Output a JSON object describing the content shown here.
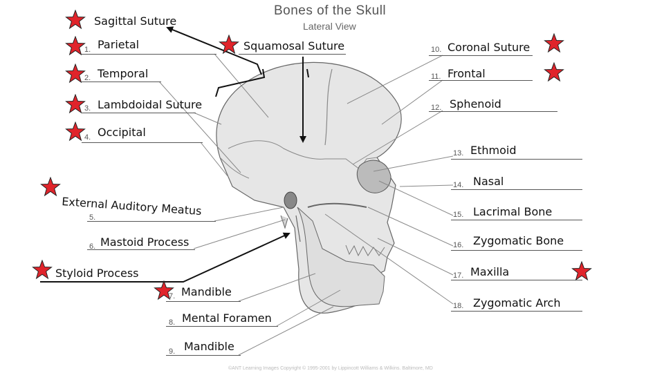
{
  "title": "Bones of the Skull",
  "subtitle": "Lateral View",
  "labels": {
    "sagittal_suture": "Sagittal Suture",
    "n1": "1.",
    "parietal": "Parietal",
    "n2": "2.",
    "temporal": "Temporal",
    "n3": "3.",
    "lambdoidal_suture": "Lambdoidal Suture",
    "n4": "4.",
    "occipital": "Occipital",
    "external_auditory_meatus": "External Auditory Meatus",
    "n5": "5.",
    "n6": "6.",
    "mastoid_process": "Mastoid Process",
    "styloid_process": "Styloid Process",
    "n7": "7.",
    "mandible_7": "Mandible",
    "n8": "8.",
    "mental_foramen": "Mental Foramen",
    "n9": "9.",
    "mandible_9": "Mandible",
    "squamosal_suture": "Squamosal Suture",
    "n10": "10.",
    "coronal_suture": "Coronal Suture",
    "n11": "11.",
    "frontal": "Frontal",
    "n12": "12.",
    "sphenoid": "Sphenoid",
    "n13": "13.",
    "ethmoid": "Ethmoid",
    "n14": "14.",
    "nasal": "Nasal",
    "n15": "15.",
    "lacrimal_bone": "Lacrimal Bone",
    "n16": "16.",
    "zygomatic_bone": "Zygomatic Bone",
    "n17": "17.",
    "maxilla": "Maxilla",
    "n18": "18.",
    "zygomatic_arch": "Zygomatic Arch"
  },
  "credit": "©ANT Learning Images Copyright © 1995-2001 by Lippincott Williams & Wilkins. Baltimore, MD",
  "colors": {
    "star": "#e0242b",
    "leader": "#888888",
    "arrow": "#111111",
    "bone": "#e4e4e4"
  }
}
